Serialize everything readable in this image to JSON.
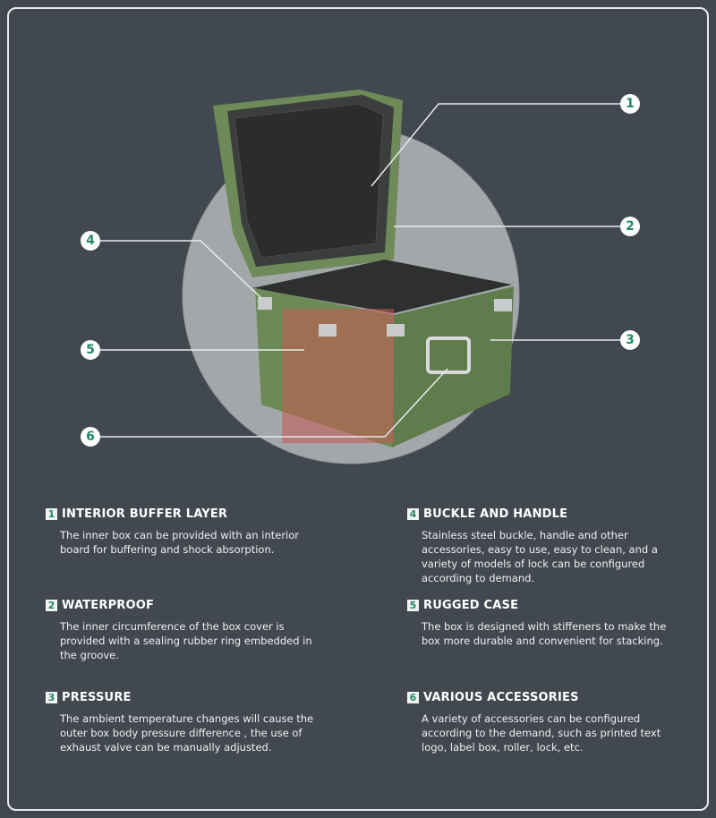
{
  "callouts": [
    "1",
    "2",
    "3",
    "4",
    "5",
    "6"
  ],
  "features": [
    {
      "num": "1",
      "title": "INTERIOR BUFFER LAYER",
      "text": "The inner box can be provided with an interior board for buffering and shock absorption."
    },
    {
      "num": "2",
      "title": "WATERPROOF",
      "text": " The inner circumference of the box cover is provided with a sealing rubber ring embedded in the groove."
    },
    {
      "num": "3",
      "title": "PRESSURE",
      "text": "The ambient temperature changes will cause the outer box body pressure difference , the use of exhaust valve can be manually adjusted."
    },
    {
      "num": "4",
      "title": "BUCKLE AND HANDLE",
      "text": "Stainless steel buckle, handle and other accessories, easy to use, easy to clean, and a variety of models of lock can be configured according to demand."
    },
    {
      "num": "5",
      "title": "RUGGED CASE",
      "text": "The box is designed with stiffeners to make the box more durable and convenient for stacking."
    },
    {
      "num": "6",
      "title": "VARIOUS ACCESSORIES",
      "text": "A variety of accessories can be configured according to the demand, such as printed text logo, label box, roller, lock, etc."
    }
  ],
  "colors": {
    "background": "#42484f",
    "accent": "#1f8a63",
    "case": "#6b8a55"
  }
}
